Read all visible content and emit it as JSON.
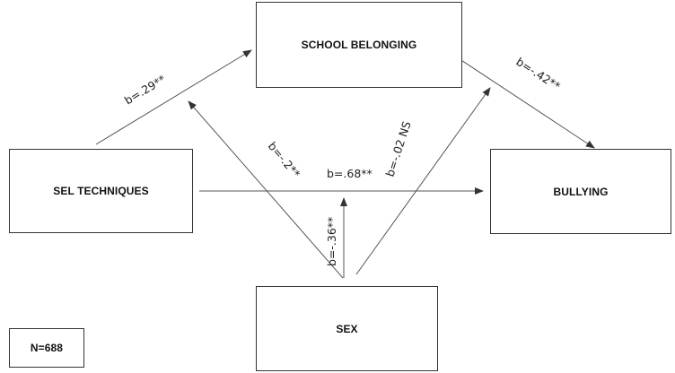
{
  "nodes": {
    "school_belonging": "SCHOOL BELONGING",
    "sel_techniques": "SEL TECHNIQUES",
    "bullying": "BULLYING",
    "sex": "SEX"
  },
  "sample_size": "N=688",
  "paths": {
    "sel_to_belonging": "b=.29**",
    "belonging_to_bullying": "b=-.42**",
    "sel_to_bullying": "b=.68**",
    "sex_to_sel_path": "b=-.2**",
    "sex_to_belonging_path": "b=-.02 NS",
    "sex_to_direct_path": "b=-.36**"
  }
}
